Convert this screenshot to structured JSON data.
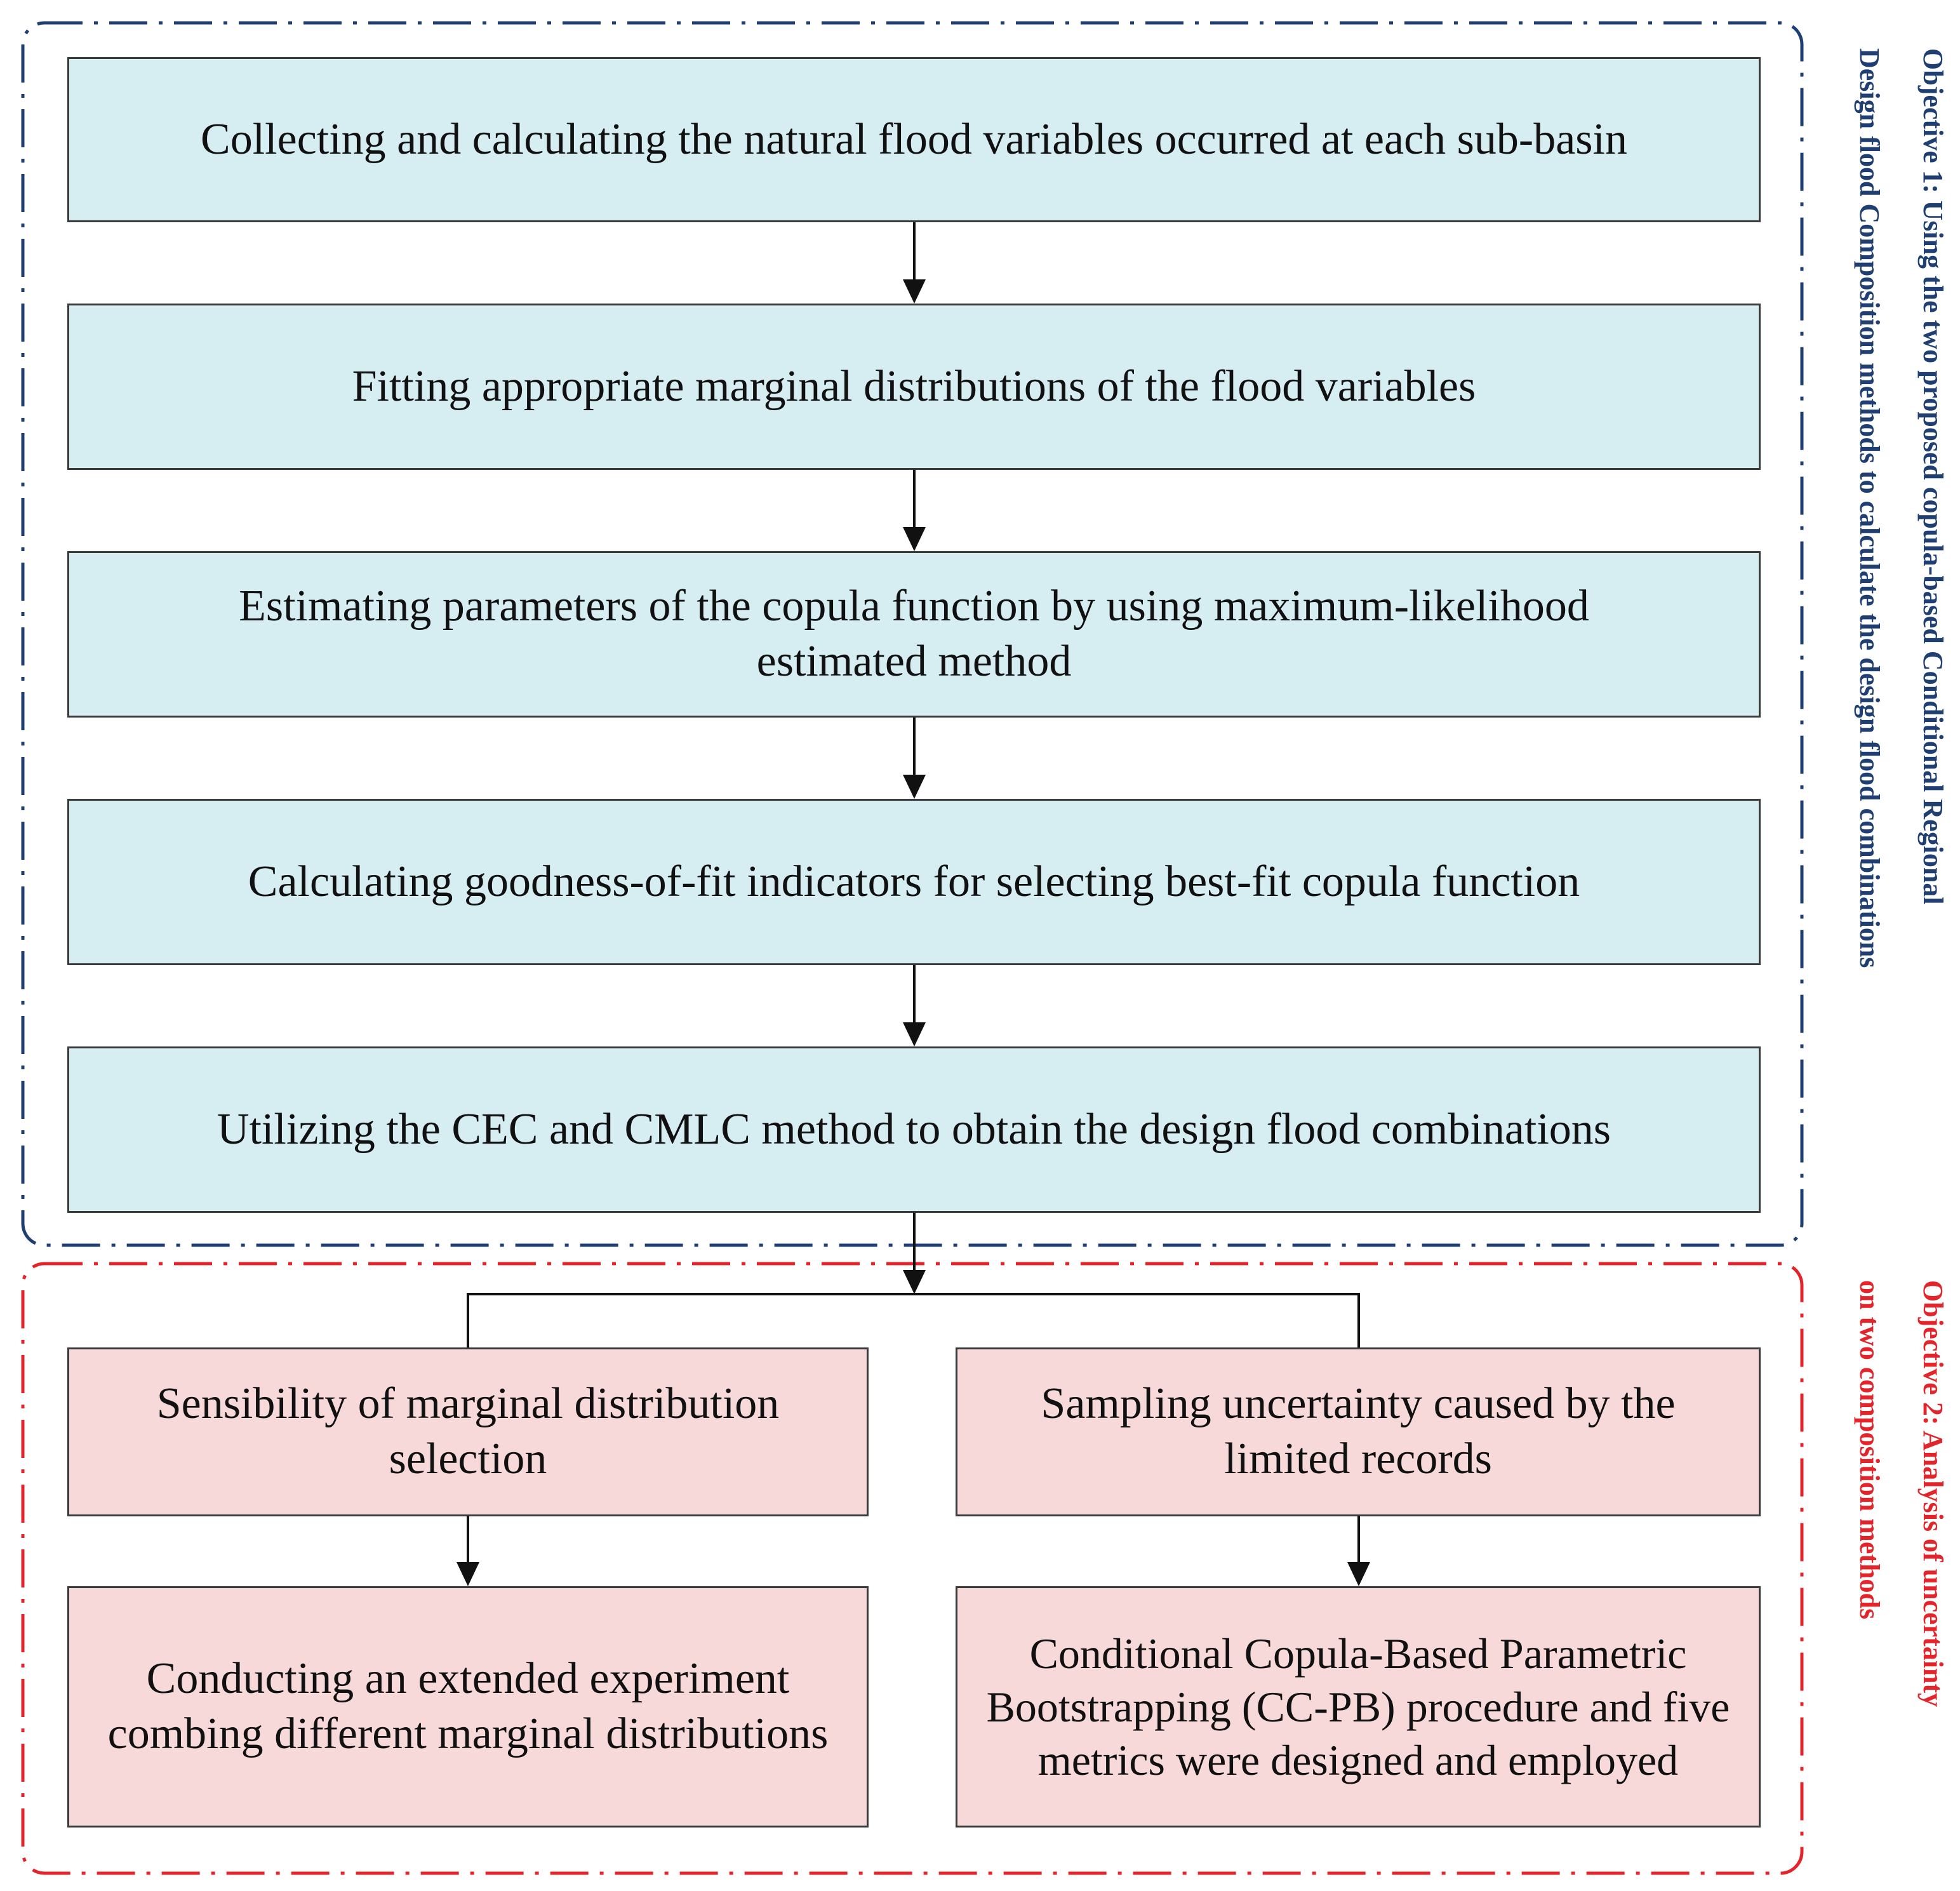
{
  "colors": {
    "objective1": "#1f3f73",
    "objective2": "#e3252b",
    "blue_box_fill": "#d6edf2",
    "pink_box_fill": "#f7d9d9",
    "border": "#3a3a3a"
  },
  "objective1": {
    "steps": [
      "Collecting and calculating the natural flood variables occurred at each sub-basin",
      "Fitting appropriate marginal distributions of the flood variables",
      "Estimating parameters of the copula function by using maximum-likelihood estimated method",
      "Calculating goodness-of-fit indicators for selecting best-fit copula function",
      "Utilizing the CEC and CMLC method to obtain the design flood combinations"
    ],
    "label_line1": "Objective 1: Using the two proposed copula-based Conditional Regional",
    "label_line2": "Design flood Composition methods to calculate the design flood combinations"
  },
  "objective2": {
    "left_top": "Sensibility of marginal distribution selection",
    "left_bottom": "Conducting an extended experiment combing different marginal distributions",
    "right_top": "Sampling uncertainty caused by the limited records",
    "right_bottom": "Conditional Copula-Based Parametric Bootstrapping (CC-PB) procedure and five metrics were designed and employed",
    "label_line1": "Objective 2: Analysis of uncertainty",
    "label_line2": "on two composition methods"
  }
}
